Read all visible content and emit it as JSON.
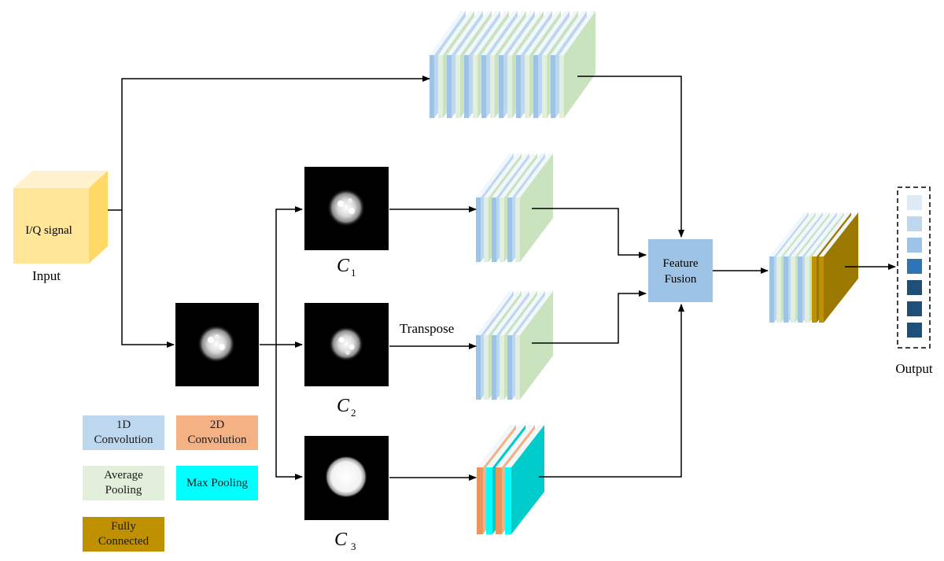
{
  "colors": {
    "conv1d": "#bdd7ee",
    "conv1d_edge": "#9dc3e6",
    "conv2d": "#f4b183",
    "avg_pool": "#e2efda",
    "avg_pool_face": "#c9e3bf",
    "max_pool": "#00ffff",
    "max_pool_face": "#00cccc",
    "fully_connected": "#bf9000",
    "fully_connected_dark": "#9b7800",
    "input_cube": "#ffe699",
    "input_cube_side": "#ffd966",
    "fusion_box": "#9dc3e6",
    "output_cells": [
      "#deebf7",
      "#bdd7ee",
      "#9dc3e6",
      "#2e75b6",
      "#1f4e79",
      "#1f4e79",
      "#1f4e79"
    ]
  },
  "labels": {
    "input_cube": "I/Q signal",
    "input": "Input",
    "c1": "C",
    "c1_sub": "1",
    "c2": "C",
    "c2_sub": "2",
    "c3": "C",
    "c3_sub": "3",
    "transpose": "Transpose",
    "fusion_line1": "Feature",
    "fusion_line2": "Fusion",
    "output": "Output"
  },
  "legend": {
    "conv1d": "1D Convolution",
    "conv2d": "2D Convolution",
    "avg_pool": "Average Pooling",
    "max_pool": "Max Pooling",
    "fully_connected": "Fully Connected"
  }
}
